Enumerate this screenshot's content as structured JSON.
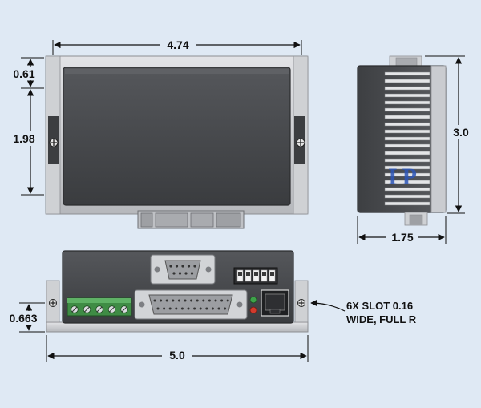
{
  "dimensions": {
    "top_width": "4.74",
    "slot_offset": "0.61",
    "slot_spacing": "1.98",
    "side_height": "3.0",
    "side_depth": "1.75",
    "front_height": "0.663",
    "base_width": "5.0"
  },
  "callout": {
    "line1": "6X SLOT 0.16",
    "line2": "WIDE, FULL R"
  },
  "logo_text": "IP",
  "colors": {
    "background": "#dfe9f4",
    "plate": "#c9cbcf",
    "body_dark": "#47494c",
    "led_green": "#3ea34a",
    "led_red": "#d23a2c"
  }
}
